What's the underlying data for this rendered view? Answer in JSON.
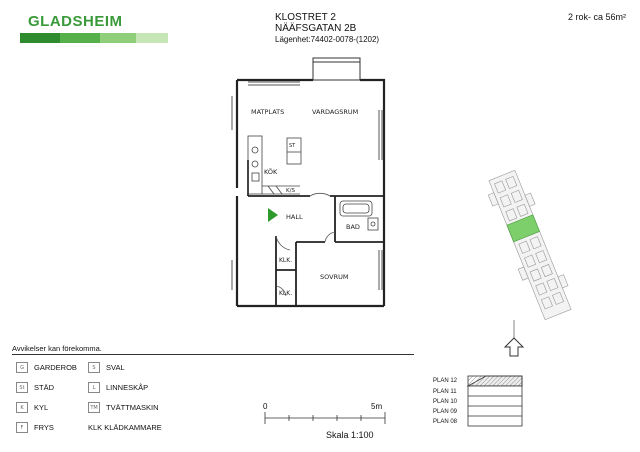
{
  "header": {
    "brand": "GLADSHEIM",
    "project_line1": "KLOSTRET 2",
    "project_line2": "NÄÄFSGATAN 2B",
    "apartment_id": "Lägenhet:74402-0078-(1202)",
    "size": "2 rok- ca 56m²"
  },
  "brand_colors": [
    "#2e8b2e",
    "#56b04a",
    "#8fcf79",
    "#c7e6b5"
  ],
  "rooms": {
    "matplats": "MATPLATS",
    "vardagsrum": "VARDAGSRUM",
    "st": "ST",
    "kok": "KÖK",
    "ks": "K/S",
    "hall": "HALL",
    "bad": "BAD",
    "klk1": "KLK.",
    "klk2": "KLK.",
    "sovrum": "SOVRUM"
  },
  "note": "Avvikelser kan förekomma.",
  "legend": [
    {
      "code": "G",
      "label": "GARDEROB"
    },
    {
      "code": "S",
      "label": "SVAL"
    },
    {
      "code": "St",
      "label": "STÄD"
    },
    {
      "code": "L",
      "label": "LINNESKÅP"
    },
    {
      "code": "K",
      "label": "KYL"
    },
    {
      "code": "TM",
      "label": "TVÄTTMASKIN"
    },
    {
      "code": "F",
      "label": "FRYS"
    },
    {
      "code": "",
      "label": "KLK KLÄDKAMMARE"
    }
  ],
  "scale": {
    "start": "0",
    "end": "5m",
    "label": "Skala 1:100"
  },
  "floors": [
    "PLAN 12",
    "PLAN 11",
    "PLAN 10",
    "PLAN 09",
    "PLAN 08"
  ]
}
